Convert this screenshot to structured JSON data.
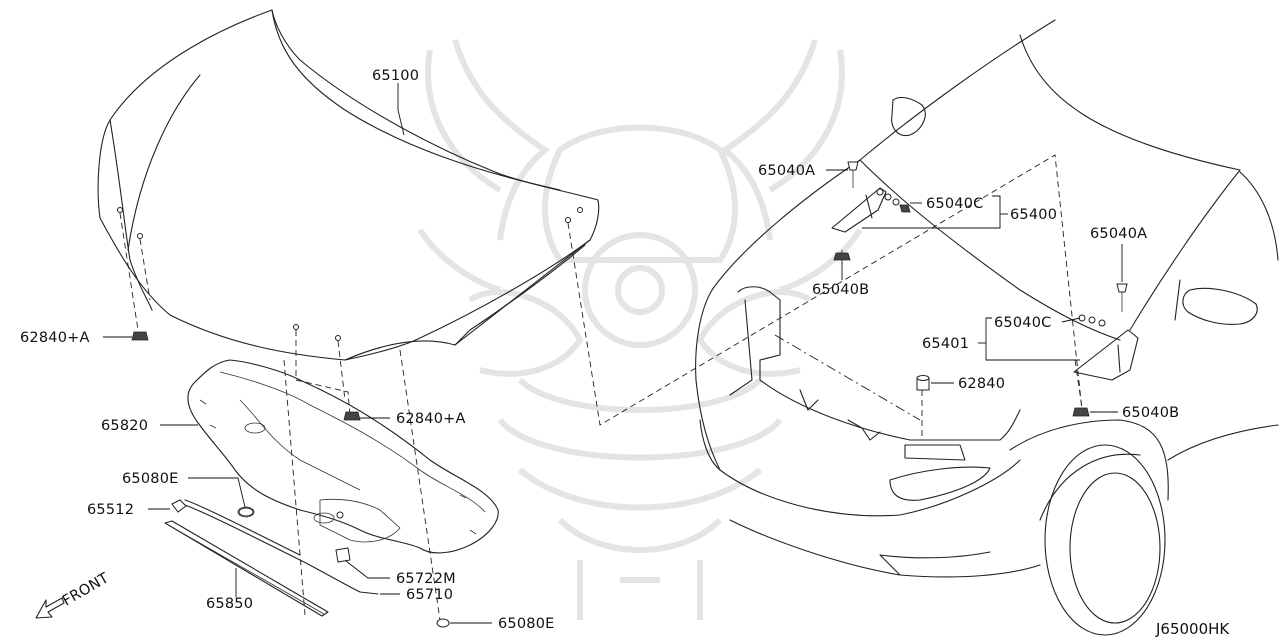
{
  "diagram_code": "J65000HK",
  "front_label": "FRONT",
  "watermark": "samurai-helmet-watermark",
  "parts": {
    "p65100": "65100",
    "p62840A_left": "62840+A",
    "p62840A_mid": "62840+A",
    "p65820": "65820",
    "p65080E_top": "65080E",
    "p65512": "65512",
    "p65850": "65850",
    "p65722M": "65722M",
    "p65710": "65710",
    "p65080E_bottom": "65080E",
    "p65040A_left": "65040A",
    "p65040C_top": "65040C",
    "p65400": "65400",
    "p65040B_top": "65040B",
    "p65040A_right": "65040A",
    "p65040C_bottom": "65040C",
    "p65401": "65401",
    "p62840": "62840",
    "p65040B_bottom": "65040B"
  },
  "icons": {
    "front_arrow": "front-arrow-icon"
  }
}
